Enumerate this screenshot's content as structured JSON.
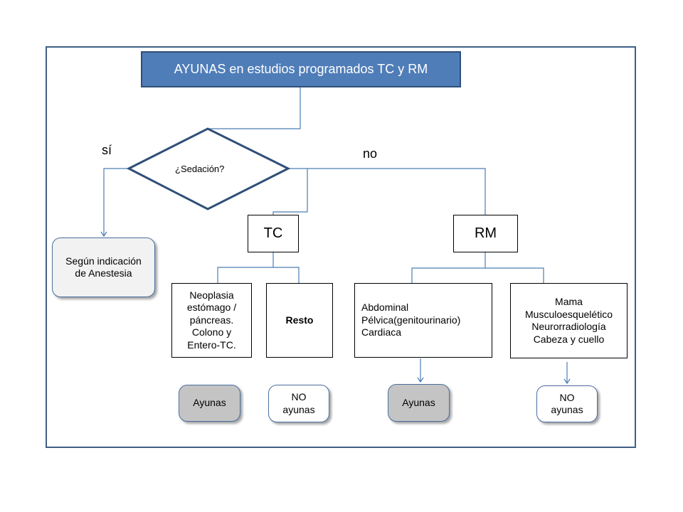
{
  "title": "AYUNAS en estudios programados TC y RM",
  "decision": {
    "question": "¿Sedación?",
    "yes_label": "sí",
    "no_label": "no"
  },
  "anesthesia_box": "Según indicación\nde Anestesia",
  "branches": {
    "tc": {
      "label": "TC",
      "left_box": "Neoplasia\nestómago /\npáncreas.\nColono y\nEntero-TC.",
      "right_box": "Resto",
      "left_result": "Ayunas",
      "right_result": "NO\nayunas"
    },
    "rm": {
      "label": "RM",
      "left_box": "Abdominal\nPélvica(genitourinario)\nCardiaca",
      "right_box": "Mama\nMusculoesquelético\nNeurorradiología\nCabeza y cuello",
      "left_result": "Ayunas",
      "right_result": "NO\nayunas"
    }
  },
  "colors": {
    "title_fill": "#4f7db8",
    "frame": "#3f5f86",
    "connector": "#4a7db5",
    "ayunas_fill": "#c4c4c4"
  }
}
